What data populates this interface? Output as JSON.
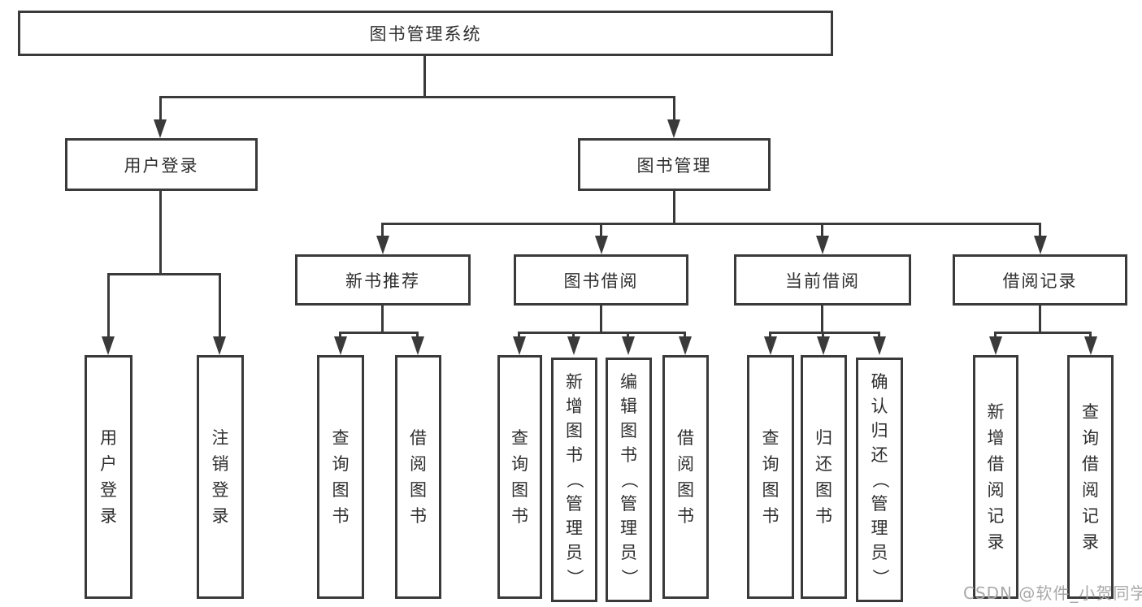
{
  "diagram": {
    "root": {
      "label": "图书管理系统"
    },
    "level1": [
      {
        "label": "用户登录"
      },
      {
        "label": "图书管理"
      }
    ],
    "level2": [
      {
        "label": "新书推荐"
      },
      {
        "label": "图书借阅"
      },
      {
        "label": "当前借阅"
      },
      {
        "label": "借阅记录"
      }
    ],
    "leaves": {
      "user_login": [
        "用户登录",
        "注销登录"
      ],
      "new_book": [
        "查询图书",
        "借阅图书"
      ],
      "book_borrow": [
        "查询图书",
        "新增图书（管理员）",
        "编辑图书（管理员）",
        "借阅图书"
      ],
      "current_borrow": [
        "查询图书",
        "归还图书",
        "确认归还（管理员）"
      ],
      "borrow_record": [
        "新增借阅记录",
        "查询借阅记录"
      ]
    }
  },
  "watermark": {
    "text": "CSDN @软件_小贺同学"
  },
  "colors": {
    "line": "#3a3a3a",
    "text": "#2e2e2e",
    "watermark": "#a8a8a8",
    "background": "#ffffff"
  }
}
